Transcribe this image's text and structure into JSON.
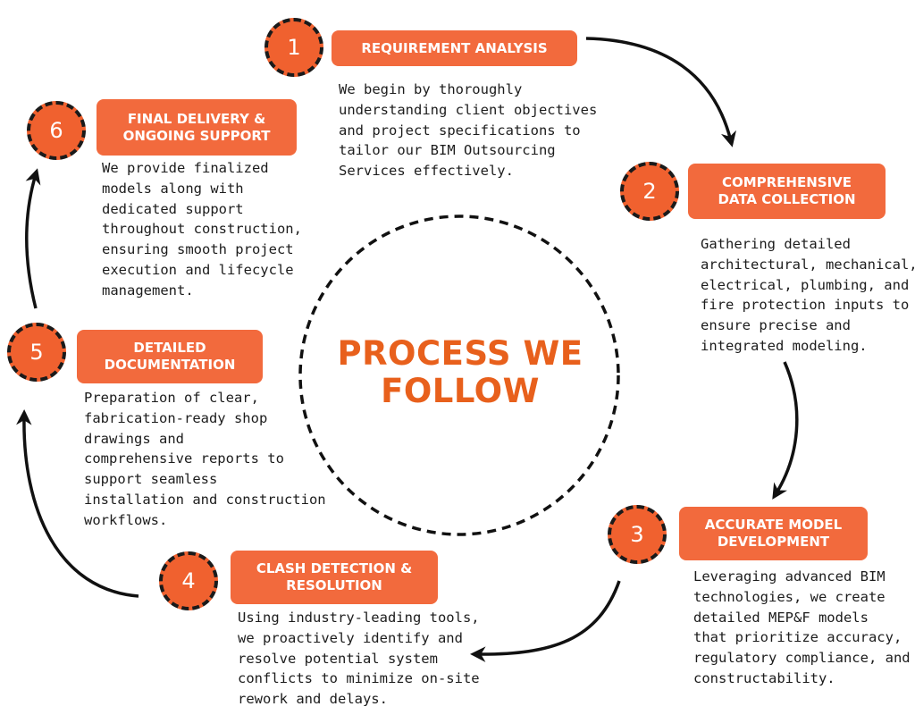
{
  "center_title": [
    "PROCESS WE",
    "FOLLOW"
  ],
  "colors": {
    "accent": "#f26a3d",
    "title": "#e8601c",
    "text": "#1c1c1c",
    "dash": "#1a1a1a"
  },
  "steps": [
    {
      "number": "1",
      "title_lines": [
        "REQUIREMENT ANALYSIS"
      ],
      "desc_lines": [
        "We begin by thoroughly",
        "understanding client objectives",
        "and project specifications to",
        "tailor our BIM Outsourcing",
        "Services effectively."
      ]
    },
    {
      "number": "2",
      "title_lines": [
        "COMPREHENSIVE",
        "DATA COLLECTION"
      ],
      "desc_lines": [
        "Gathering detailed",
        "architectural, mechanical,",
        "electrical, plumbing, and",
        "fire protection inputs to",
        "ensure precise and",
        "integrated modeling."
      ]
    },
    {
      "number": "3",
      "title_lines": [
        "ACCURATE MODEL",
        "DEVELOPMENT"
      ],
      "desc_lines": [
        "Leveraging advanced BIM",
        "technologies, we create",
        "detailed MEP&F models",
        "that prioritize accuracy,",
        "regulatory compliance, and",
        "constructability."
      ]
    },
    {
      "number": "4",
      "title_lines": [
        "CLASH DETECTION &",
        "RESOLUTION"
      ],
      "desc_lines": [
        "Using industry-leading tools,",
        "we proactively identify and",
        "resolve potential system",
        "conflicts to minimize on-site",
        "rework and delays."
      ]
    },
    {
      "number": "5",
      "title_lines": [
        "DETAILED",
        "DOCUMENTATION"
      ],
      "desc_lines": [
        "Preparation of clear,",
        "fabrication-ready shop",
        "drawings and",
        "comprehensive reports to",
        "support seamless",
        "installation and construction",
        "workflows."
      ]
    },
    {
      "number": "6",
      "title_lines": [
        "FINAL DELIVERY &",
        "ONGOING SUPPORT"
      ],
      "desc_lines": [
        "We provide finalized",
        "models along with",
        "dedicated support",
        "throughout construction,",
        "ensuring smooth project",
        "execution and lifecycle",
        "management."
      ]
    }
  ]
}
